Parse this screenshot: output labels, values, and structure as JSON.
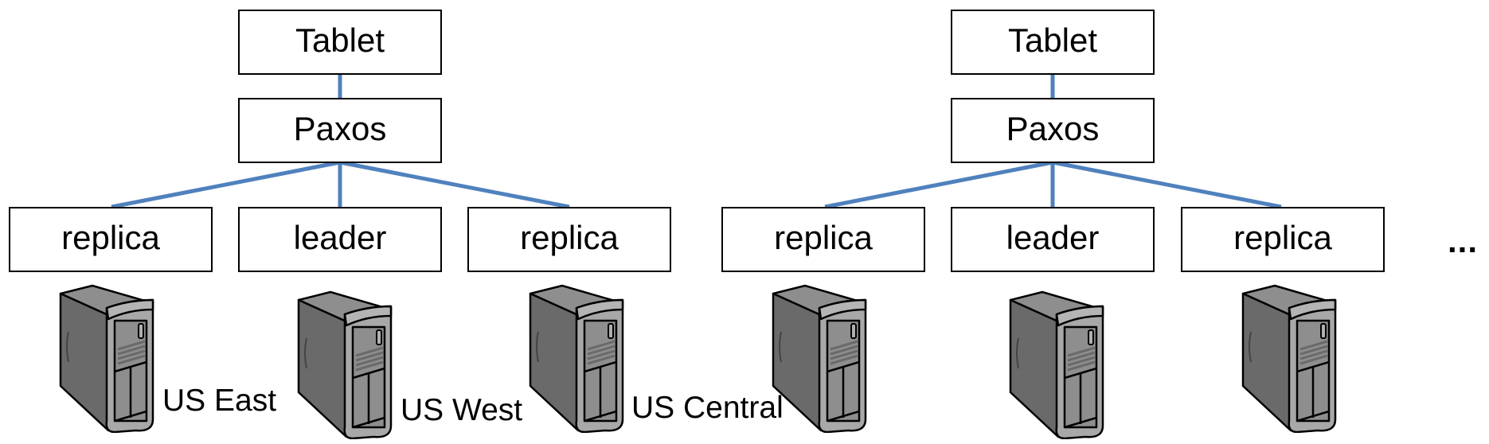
{
  "diagram": {
    "colors": {
      "connector": "#4f81bd",
      "box_border": "#000000",
      "server_dark": "#6a6a6a",
      "server_mid": "#8e8e8e",
      "server_light": "#a8a8a8"
    },
    "groups": [
      {
        "tablet": "Tablet",
        "paxos": "Paxos",
        "members": [
          {
            "role": "replica",
            "region": "US East"
          },
          {
            "role": "leader",
            "region": "US West"
          },
          {
            "role": "replica",
            "region": "US Central"
          }
        ]
      },
      {
        "tablet": "Tablet",
        "paxos": "Paxos",
        "members": [
          {
            "role": "replica",
            "region": ""
          },
          {
            "role": "leader",
            "region": ""
          },
          {
            "role": "replica",
            "region": ""
          }
        ]
      }
    ],
    "continuation": "..."
  }
}
